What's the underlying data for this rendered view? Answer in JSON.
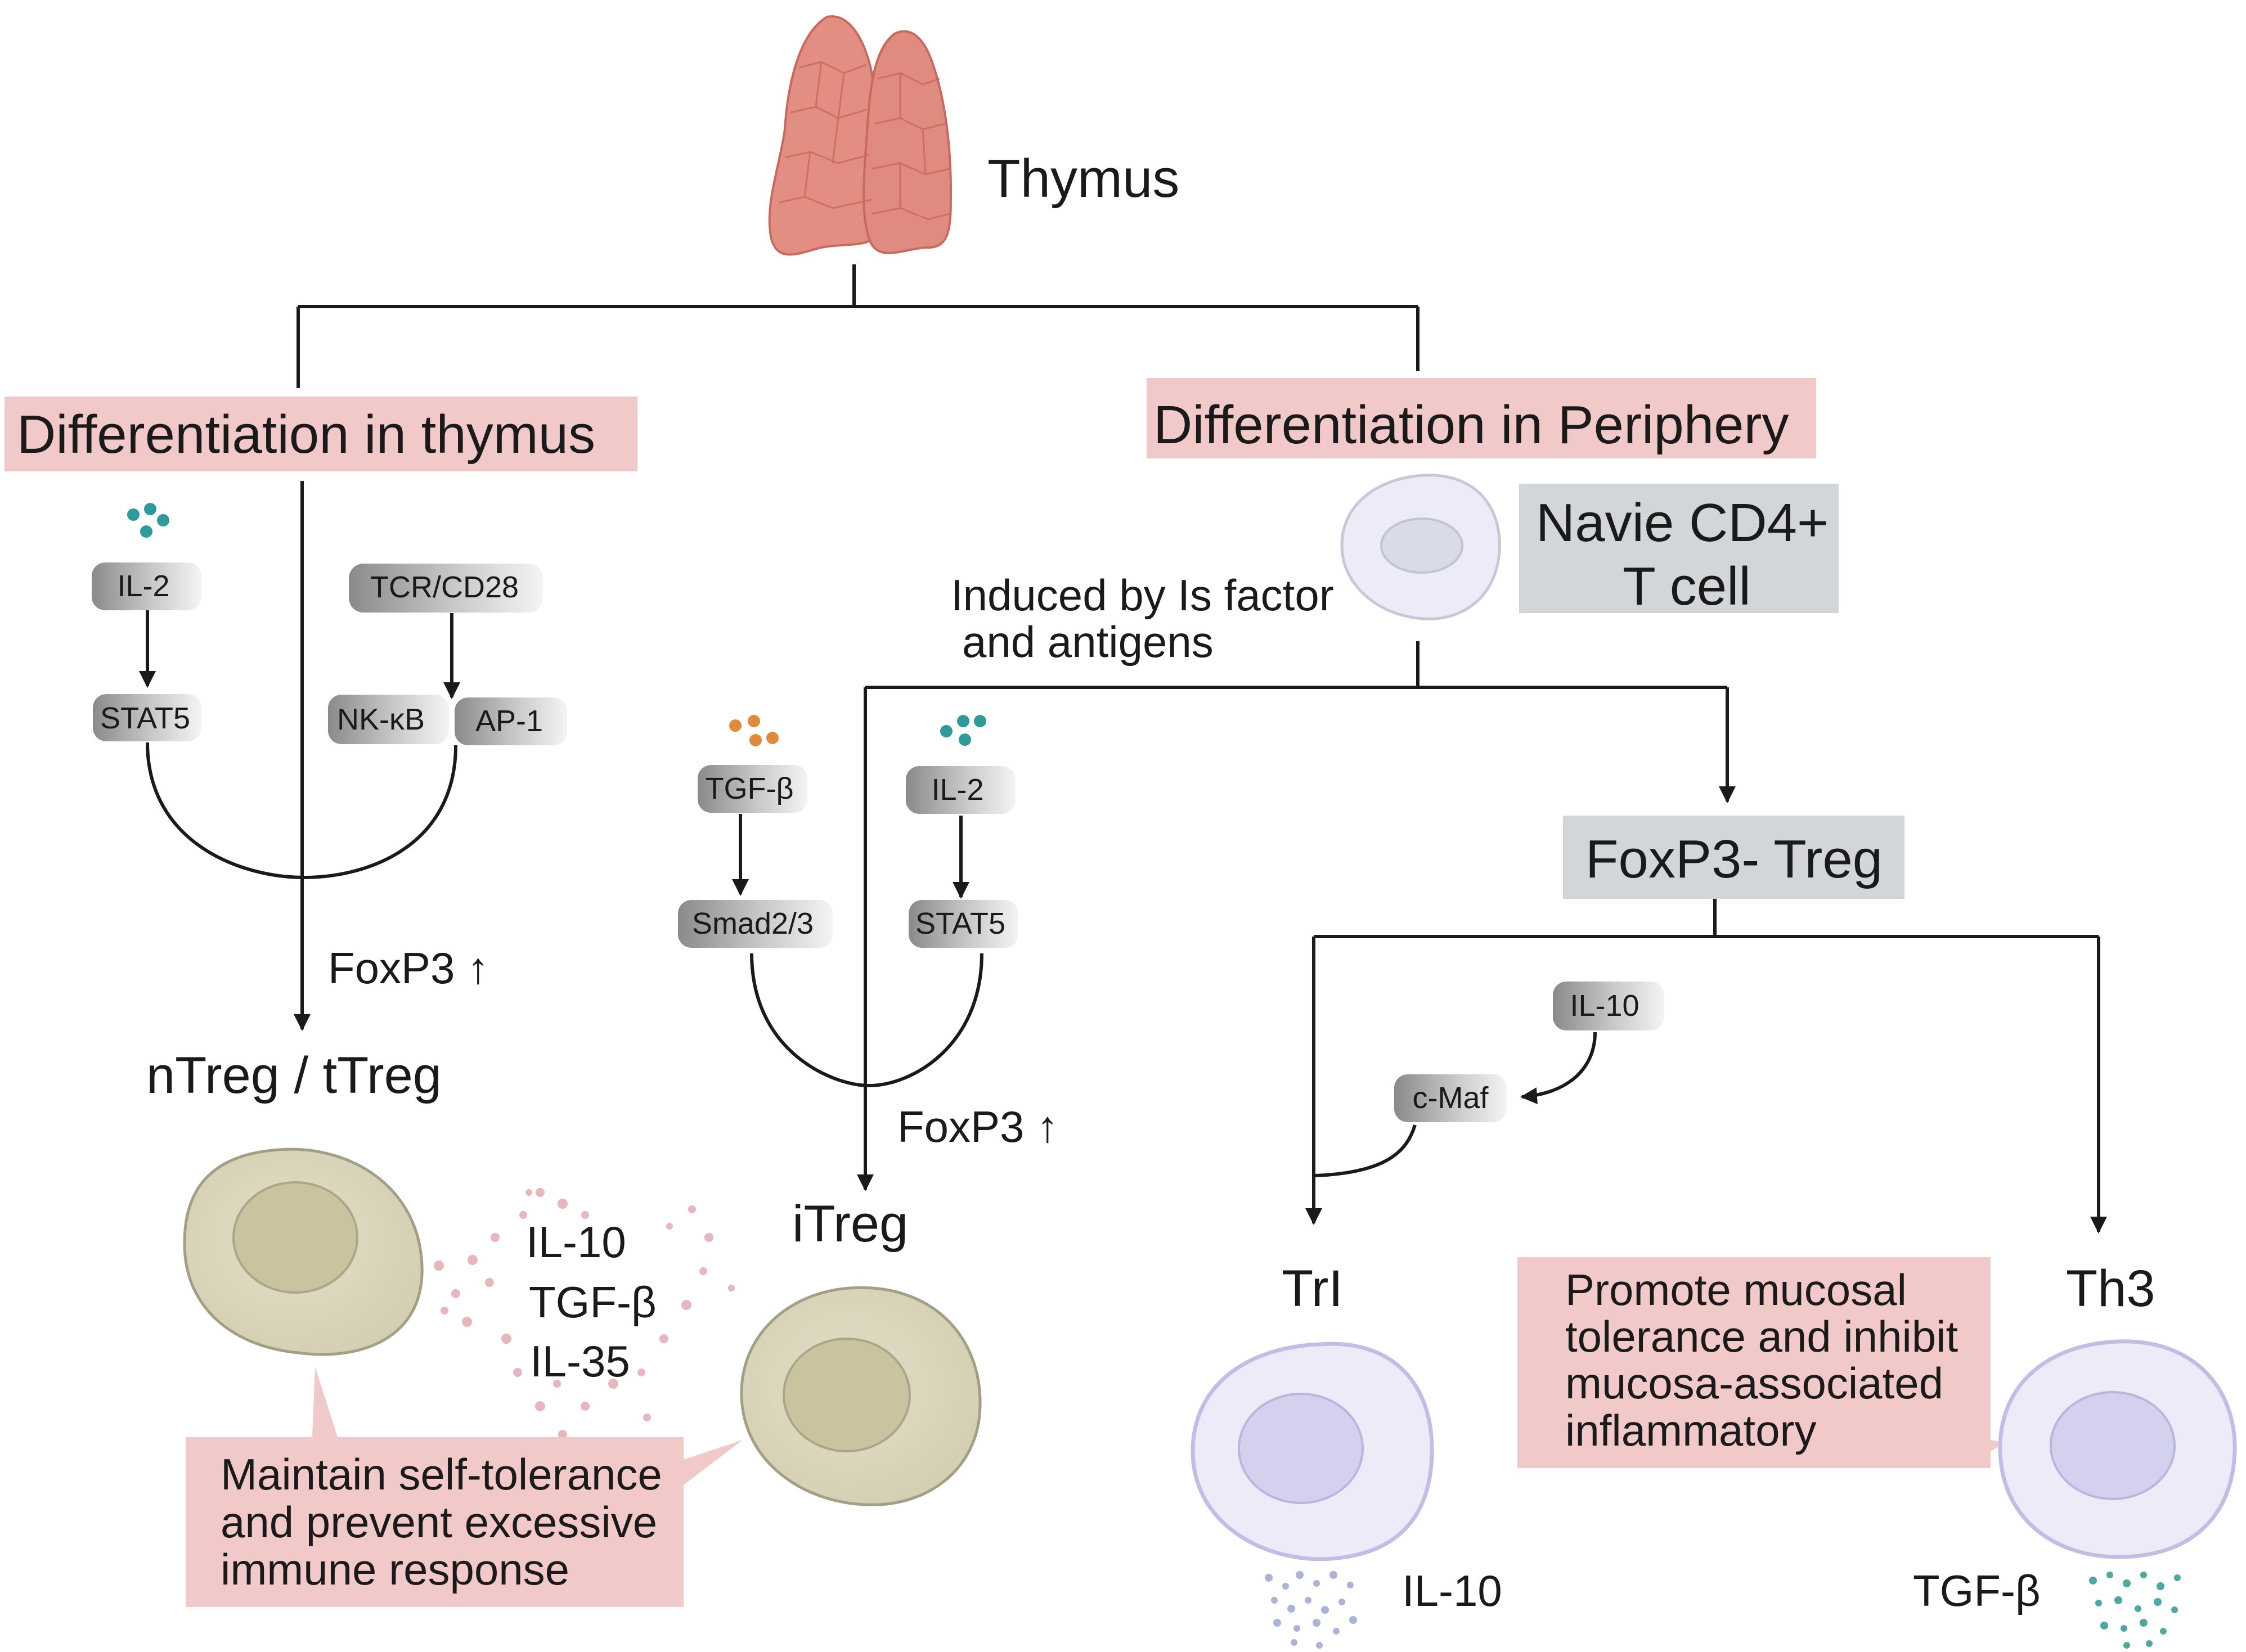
{
  "top": {
    "organ_label": "Thymus"
  },
  "branches": {
    "thymus_heading": "Differentiation in thymus",
    "periphery_heading": "Differentiation in Periphery"
  },
  "thymus_pathway": {
    "il2": "IL-2",
    "tcr": "TCR/CD28",
    "stat5": "STAT5",
    "nfkb": "NK-κB",
    "ap1": "AP-1",
    "foxp3": "FoxP3 ↑",
    "result": "nTreg / tTreg",
    "cytokines": [
      "IL-10",
      "TGF-β",
      "IL-35"
    ],
    "function_note": [
      "Maintain self-tolerance",
      "and prevent excessive",
      "immune response"
    ]
  },
  "periphery_pathway": {
    "naive_cell": [
      "Navie CD4+",
      "T cell"
    ],
    "induction_note": [
      "Induced by Is factor",
      "and antigens"
    ],
    "tgfb": "TGF-β",
    "il2": "IL-2",
    "smad": "Smad2/3",
    "stat5": "STAT5",
    "foxp3": "FoxP3 ↑",
    "itreg": "iTreg",
    "foxp3_neg": "FoxP3- Treg",
    "il10": "IL-10",
    "cmaf": "c-Maf",
    "tr1": "TrI",
    "th3": "Th3",
    "tr1_secretion": "IL-10",
    "th3_secretion": "TGF-β",
    "mucosal_note": [
      "Promote mucosal",
      "tolerance and inhibit",
      "mucosa-associated",
      "inflammatory"
    ]
  },
  "colors": {
    "heading_bg": "#f2c9c9",
    "gray_box": "#d2d6d9",
    "thymus_fill": "#e08b80",
    "treg_cell": "#dcd8bf",
    "treg_nucleus": "#c9c39f",
    "periph_cell": "#ecebf7",
    "periph_outline": "#c3bde6",
    "periph_nucleus": "#d3d1ee",
    "teal": "#2e9a9a",
    "orange": "#e08a3c"
  }
}
